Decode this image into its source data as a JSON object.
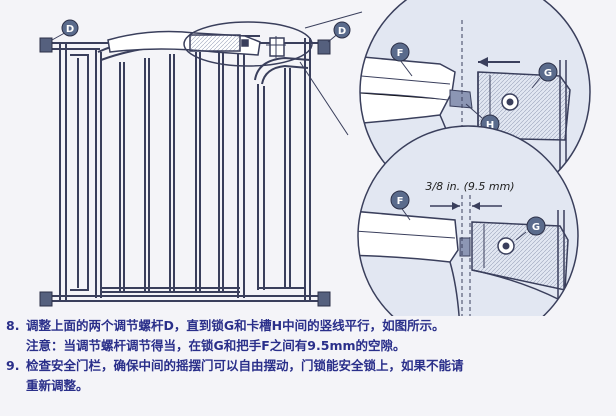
{
  "labels": {
    "left_top": "D",
    "right_top": "D",
    "zoom1_lever": "F",
    "zoom1_lock": "G",
    "zoom1_slot": "H",
    "zoom2_lever": "F",
    "zoom2_lock": "G"
  },
  "gap_measure": "3/8 in. (9.5 mm)",
  "instructions": [
    {
      "number": "8.",
      "text": "调整上面的两个调节螺杆D，直到锁G和卡槽H中间的竖线平行，如图所示。"
    },
    {
      "number": "",
      "text": "注意：当调节螺杆调节得当，在锁G和把手F之间有9.5mm的空隙。",
      "indent": true
    },
    {
      "number": "9.",
      "text": "检查安全门栏，确保中间的摇摆门可以自由摆动，门锁能安全锁上，如果不能请"
    },
    {
      "number": "",
      "text": "重新调整。",
      "indent": true
    }
  ],
  "colors": {
    "text": "#2a2f8a",
    "label_badge": "#5a6b8c",
    "line_art": "#3a3f5c",
    "zoom_bg": "#e2e7f2"
  }
}
